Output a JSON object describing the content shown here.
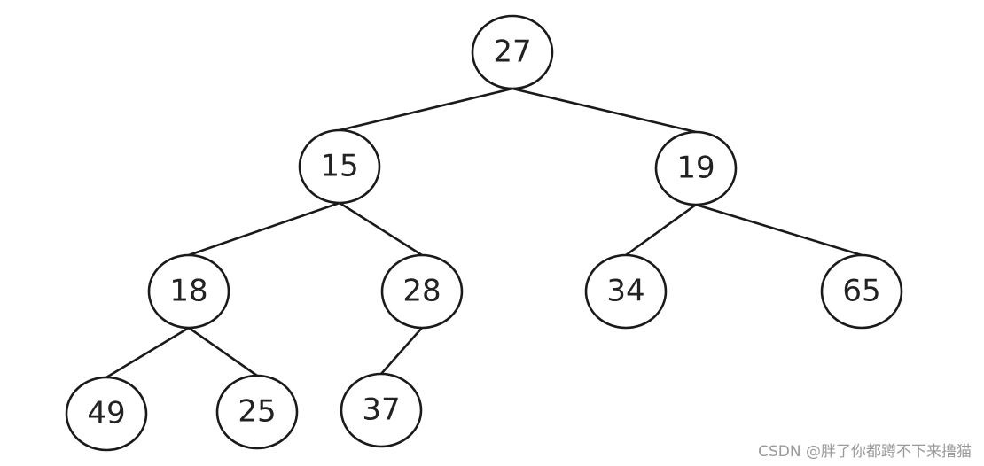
{
  "diagram": {
    "type": "binary-tree",
    "nodes": [
      {
        "id": "n27",
        "label": "27"
      },
      {
        "id": "n15",
        "label": "15"
      },
      {
        "id": "n19",
        "label": "19"
      },
      {
        "id": "n18",
        "label": "18"
      },
      {
        "id": "n28",
        "label": "28"
      },
      {
        "id": "n34",
        "label": "34"
      },
      {
        "id": "n65",
        "label": "65"
      },
      {
        "id": "n49",
        "label": "49"
      },
      {
        "id": "n25",
        "label": "25"
      },
      {
        "id": "n37",
        "label": "37"
      }
    ],
    "edges": [
      {
        "from": "n27",
        "to": "n15"
      },
      {
        "from": "n27",
        "to": "n19"
      },
      {
        "from": "n15",
        "to": "n18"
      },
      {
        "from": "n15",
        "to": "n28"
      },
      {
        "from": "n19",
        "to": "n34"
      },
      {
        "from": "n19",
        "to": "n65"
      },
      {
        "from": "n18",
        "to": "n49"
      },
      {
        "from": "n18",
        "to": "n25"
      },
      {
        "from": "n28",
        "to": "n37"
      }
    ]
  },
  "watermark": "CSDN @胖了你都蹲不下来撸猫"
}
